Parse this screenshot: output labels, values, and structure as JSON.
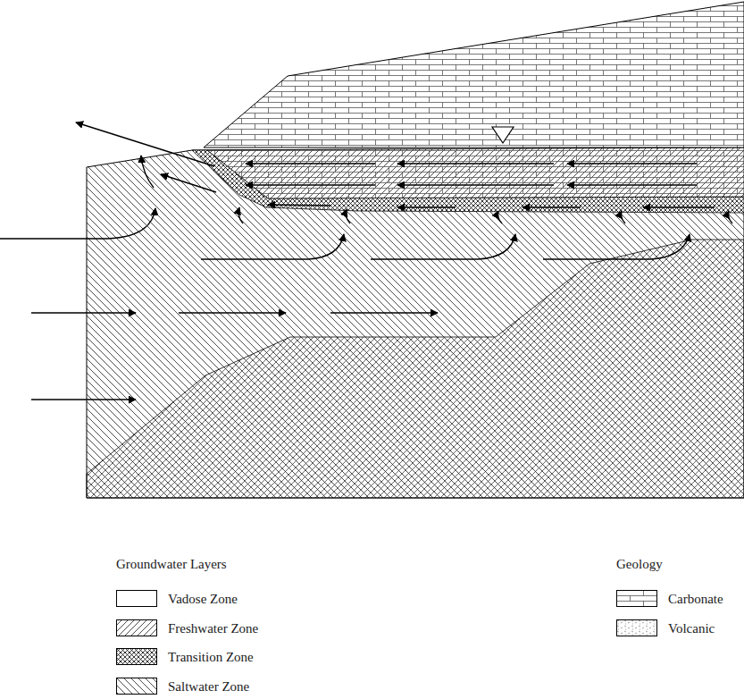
{
  "diagram": {
    "labels": [
      "Groundwater Layers",
      "Geology"
    ],
    "legend": [
      {
        "text": "Vadose Zone"
      },
      {
        "text": "Freshwater Zone"
      },
      {
        "text": "Transition Zone"
      },
      {
        "text": "Saltwater Zone"
      },
      {
        "text": "Carbonate"
      },
      {
        "text": "Volcanic"
      }
    ]
  }
}
